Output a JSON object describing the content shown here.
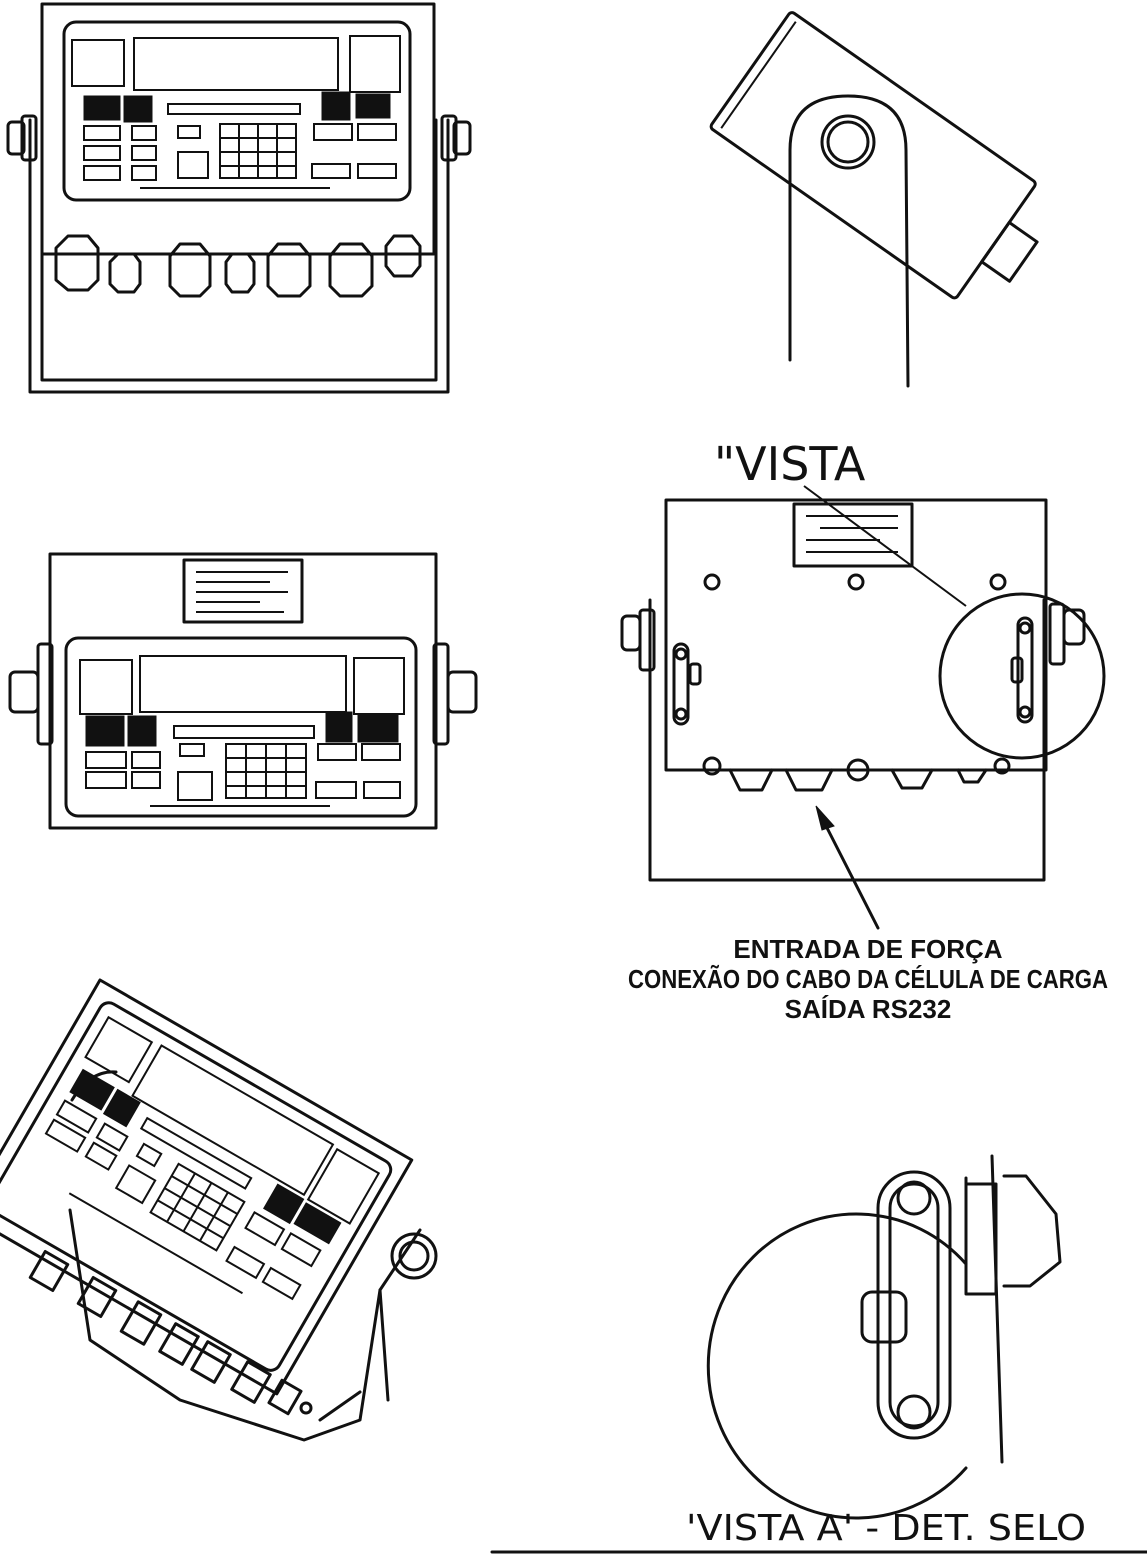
{
  "callout_vista": "\"VISTA",
  "connection_labels": {
    "line1": "ENTRADA DE FORÇA",
    "line2": "CONEXÃO DO CABO DA CÉLULA DE CARGA",
    "line3": "SAÍDA RS232"
  },
  "detail_caption": "'VISTA A' - DET. SELO"
}
